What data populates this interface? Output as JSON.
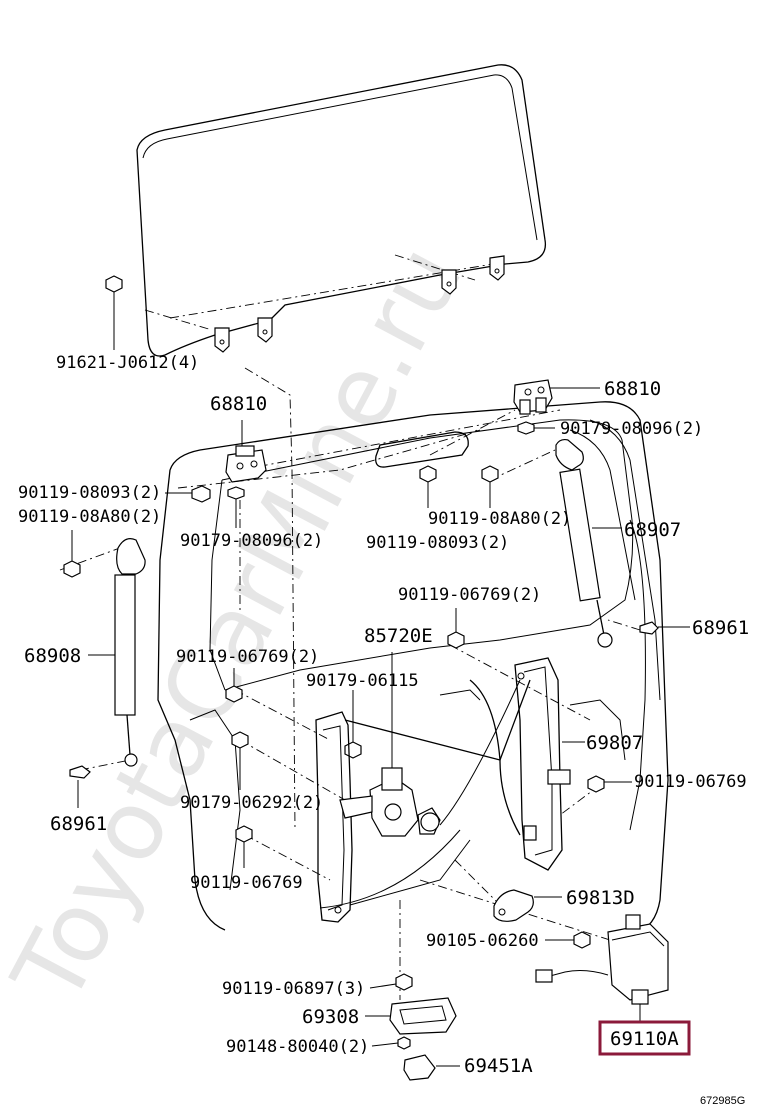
{
  "watermark": "ToyotaCarMine.ru",
  "figure_code": "672985G",
  "highlight_color": "#8b1a3a",
  "labels": {
    "l_91621": "91621-J0612(4)",
    "l_68810_left": "68810",
    "l_68810_right": "68810",
    "l_90179_08096_right": "90179-08096(2)",
    "l_90119_08093_left": "90119-08093(2)",
    "l_90119_08A80_left": "90119-08A80(2)",
    "l_90179_08096_left": "90179-08096(2)",
    "l_90119_08A80_mid": "90119-08A80(2)",
    "l_90119_08093_mid": "90119-08093(2)",
    "l_68907": "68907",
    "l_68908": "68908",
    "l_90119_06769_top": "90119-06769(2)",
    "l_68961_right": "68961",
    "l_85720E": "85720E",
    "l_90119_06769_left": "90119-06769(2)",
    "l_90179_06115": "90179-06115",
    "l_69807": "69807",
    "l_90119_06769_right": "90119-06769",
    "l_68961_left": "68961",
    "l_90179_06292": "90179-06292(2)",
    "l_90119_06769_bottom": "90119-06769",
    "l_69813D": "69813D",
    "l_90105_06260": "90105-06260",
    "l_90119_06897": "90119-06897(3)",
    "l_69308": "69308",
    "l_69110A": "69110A",
    "l_90148_80040": "90148-80040(2)",
    "l_69451A": "69451A"
  }
}
